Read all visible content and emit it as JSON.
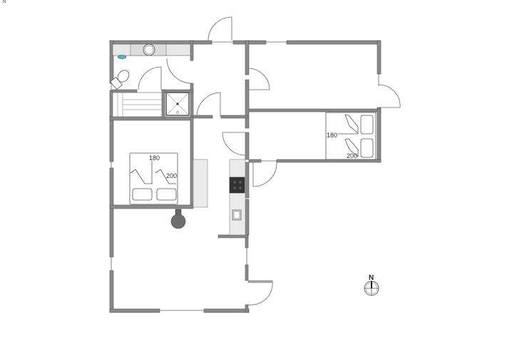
{
  "corner_label": "N",
  "plan": {
    "bed_double": {
      "width_label": "180",
      "length_label": "200"
    },
    "bed_bunk": {
      "width_label": "180",
      "length_label": "200"
    },
    "compass": {
      "label": "N"
    }
  },
  "colors": {
    "wall": "#7a7a7a",
    "wall_dark": "#555555",
    "fixture": "#e8e8e8",
    "stove": "#333333"
  }
}
